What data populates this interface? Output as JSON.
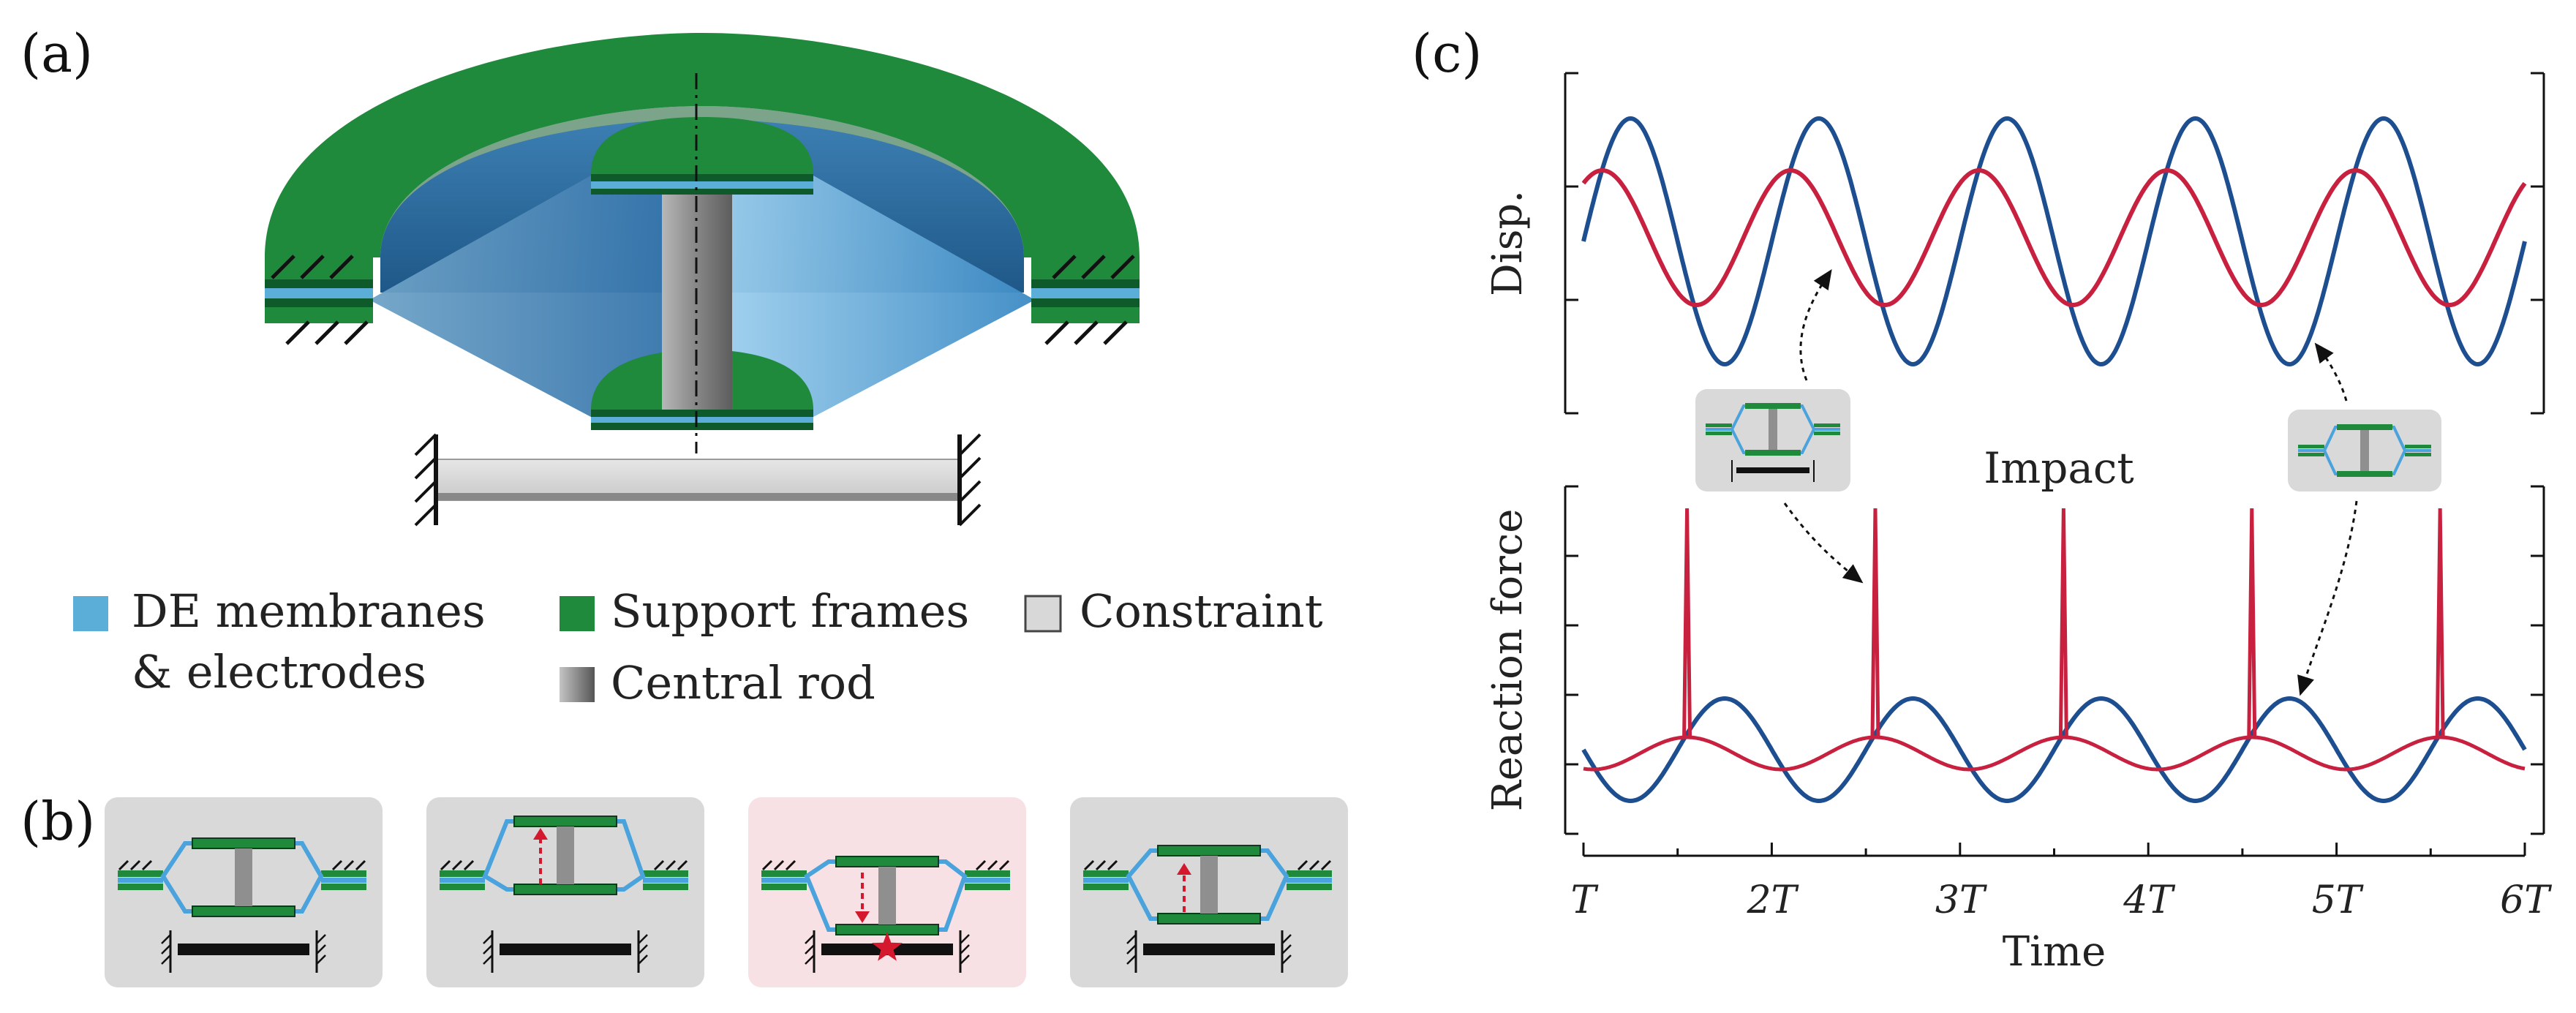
{
  "panels": {
    "a": "(a)",
    "b": "(b)",
    "c": "(c)"
  },
  "legend": [
    {
      "key": "membrane",
      "label_lines": [
        "DE membranes",
        "& electrodes"
      ],
      "color": "#5aaed8"
    },
    {
      "key": "frames",
      "label_lines": [
        "Support frames"
      ],
      "color": "#1f8a3c"
    },
    {
      "key": "constraint",
      "label_lines": [
        "Constraint"
      ],
      "color": "#d8d8d8"
    },
    {
      "key": "rod",
      "label_lines": [
        "Central rod"
      ],
      "color": "#8a8a8a"
    }
  ],
  "colors": {
    "green": "#1f8a3c",
    "dark_green": "#0e5a2a",
    "membrane_blue": "#4a9cd0",
    "membrane_outline": "#4aa3dc",
    "rod_gray": "#8f8f8f",
    "constraint_gray": "#d6d6d6",
    "panel_bg": "#d9d9d9",
    "impact_bg": "#f8e1e4",
    "arrow_red": "#d4182d",
    "series_blue": "#1d4e8f",
    "series_red": "#c8213f"
  },
  "icons": [
    "membrane-swatch-icon",
    "frame-swatch-icon",
    "constraint-swatch-icon",
    "rod-swatch-icon",
    "dashed-arrow-up-icon",
    "dashed-arrow-down-icon",
    "impact-star-icon",
    "wall-hatch-icon"
  ],
  "states_b": [
    "neutral",
    "moving-up",
    "impact",
    "rebound"
  ],
  "chart_data": [
    {
      "type": "line",
      "ylabel": "Disp.",
      "x_range": [
        1,
        6
      ],
      "series": [
        {
          "color": "#1d4e8f",
          "period": 1.0,
          "amplitude": 1.0,
          "min_at": [
            1.5,
            2.5,
            3.5,
            4.5,
            5.5
          ],
          "max_at": [
            1.25,
            2.25,
            3.25,
            4.25,
            5.25
          ]
        },
        {
          "color": "#c8213f",
          "period": 1.0,
          "amplitude": 0.55,
          "min_at": [
            1.6,
            2.6,
            3.6,
            4.6,
            5.6
          ]
        }
      ],
      "y_ticks": 3
    },
    {
      "type": "line",
      "ylabel": "Reaction force",
      "xlabel": "Time",
      "x_ticks": [
        "T",
        "2T",
        "3T",
        "4T",
        "5T",
        "6T"
      ],
      "x_range": [
        1,
        6
      ],
      "annotation": "Impact",
      "impacts_at": [
        1.55,
        2.55,
        3.55,
        4.55,
        5.55
      ],
      "series": [
        {
          "color": "#1d4e8f",
          "period": 1.0,
          "amplitude": 0.35
        },
        {
          "color": "#c8213f",
          "period": 1.0,
          "amplitude": 0.1,
          "spikes": true
        }
      ],
      "y_ticks": 4
    }
  ]
}
